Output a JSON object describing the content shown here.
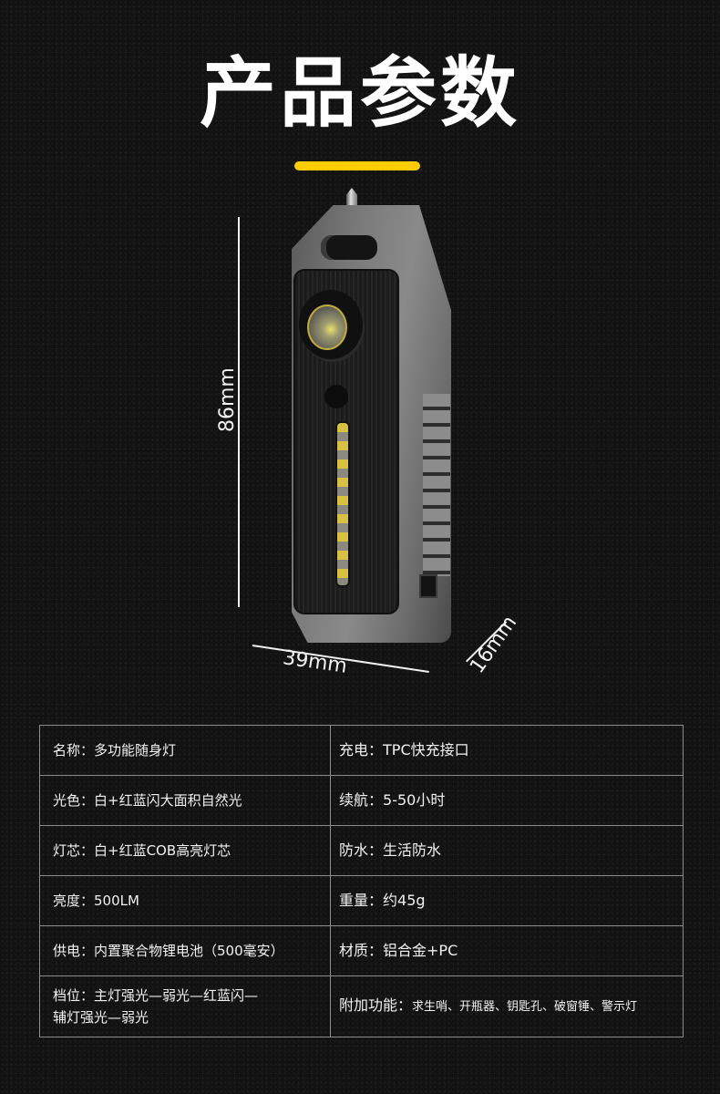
{
  "header": {
    "title": "产品参数",
    "accent_color": "#ffcc00"
  },
  "dimensions": {
    "height_label": "86mm",
    "width_label": "39mm",
    "depth_label": "16mm"
  },
  "product_image": {
    "alt": "multi-function keychain flashlight"
  },
  "specs": {
    "rows": [
      {
        "left": {
          "label": "名称：",
          "value": "多功能随身灯"
        },
        "right": {
          "label": "充电：",
          "value": "TPC快充接口"
        }
      },
      {
        "left": {
          "label": "光色：",
          "value": "白+红蓝闪大面积自然光"
        },
        "right": {
          "label": "续航：",
          "value": "5-50小时"
        }
      },
      {
        "left": {
          "label": "灯芯：",
          "value": "白+红蓝COB高亮灯芯"
        },
        "right": {
          "label": "防水：",
          "value": "生活防水"
        }
      },
      {
        "left": {
          "label": "亮度：",
          "value": "500LM"
        },
        "right": {
          "label": "重量：",
          "value": "约45g"
        }
      },
      {
        "left": {
          "label": "供电：",
          "value": "内置聚合物锂电池（500毫安）"
        },
        "right": {
          "label": "材质：",
          "value": "铝合金+PC"
        }
      },
      {
        "left": {
          "label": "档位：",
          "value": "主灯强光—弱光—红蓝闪—",
          "value_line2": "辅灯强光—弱光"
        },
        "right": {
          "label": "附加功能：",
          "value": "求生哨、开瓶器、钥匙孔、破窗锤、警示灯"
        }
      }
    ]
  }
}
